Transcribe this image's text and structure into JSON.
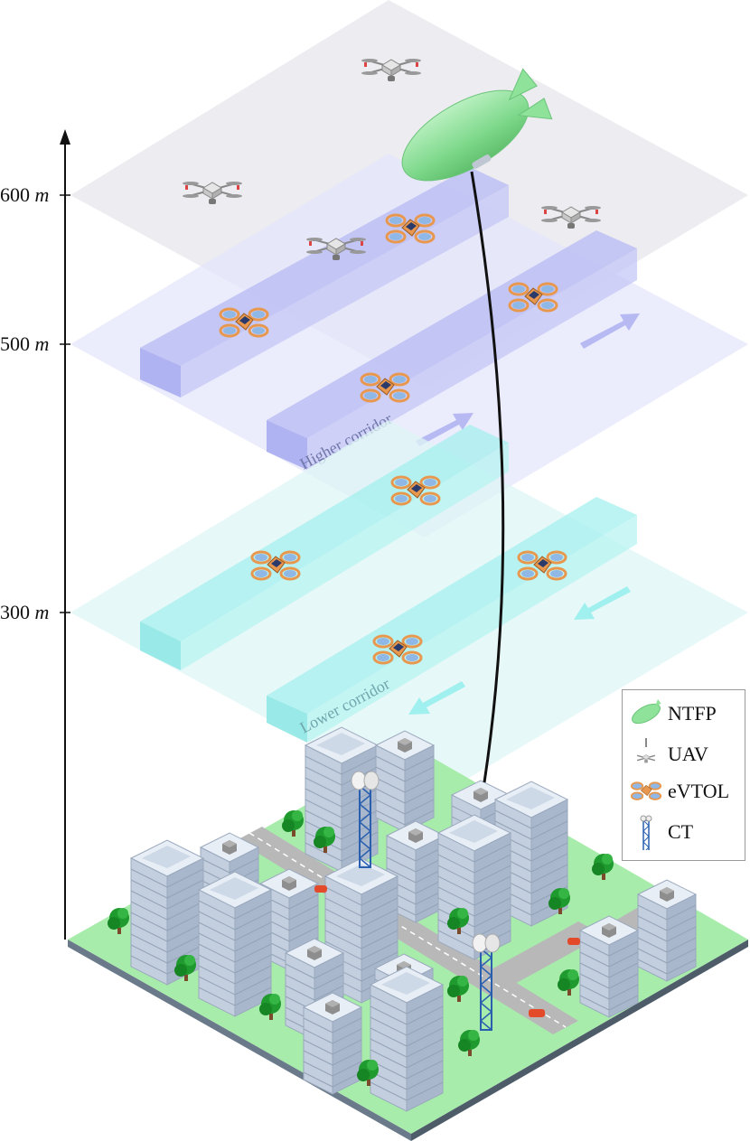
{
  "axis": {
    "ticks": [
      {
        "value": "600",
        "unit": "m"
      },
      {
        "value": "500",
        "unit": "m"
      },
      {
        "value": "300",
        "unit": "m"
      }
    ]
  },
  "corridors": {
    "higher_label": "Higher corridor",
    "lower_label": "Lower corridor"
  },
  "legend": {
    "items": [
      {
        "label": "NTFP",
        "icon": "airship-icon"
      },
      {
        "label": "UAV",
        "icon": "drone-icon"
      },
      {
        "label": "eVTOL",
        "icon": "evtol-icon"
      },
      {
        "label": "CT",
        "icon": "cell-tower-icon"
      }
    ]
  },
  "colors": {
    "top_plane": "#e9e9ee",
    "higher_plane": "#e4e6fb",
    "higher_corridor": "#b7b9f3",
    "lower_plane": "#dff6f6",
    "lower_corridor": "#9ff0ee",
    "ground": "#a8ecab",
    "road": "#b8b8b8",
    "building": "#c9d6e6",
    "airship": "#8ee29a",
    "evtol_body": "#e8984e",
    "tether": "#111111"
  }
}
